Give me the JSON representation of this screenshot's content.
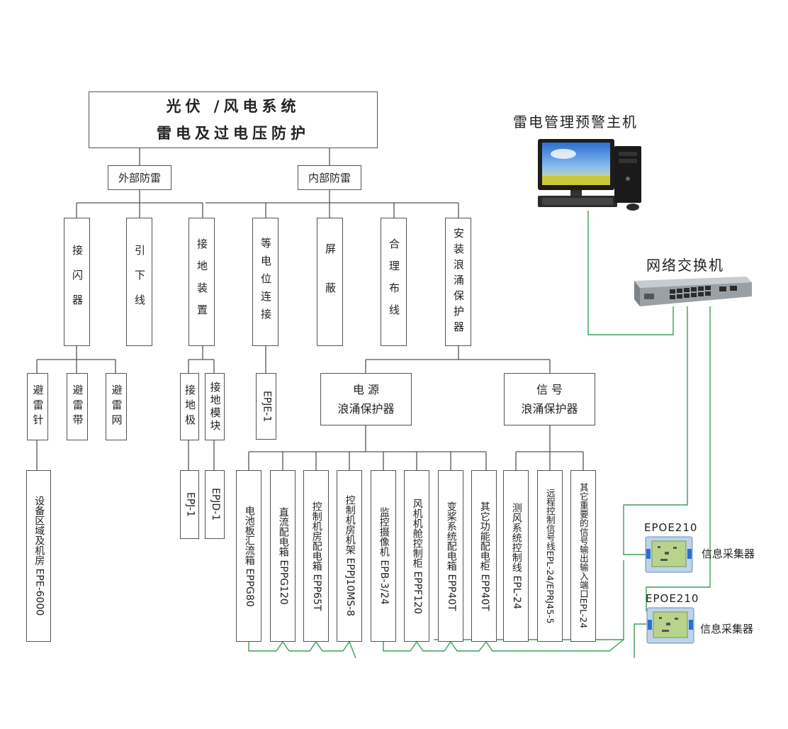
{
  "root": {
    "line1": "光伏 /风电系统",
    "line2": "雷电及过电压防护"
  },
  "branches": {
    "external": "外部防雷",
    "internal": "内部防雷"
  },
  "level2": {
    "air_terminal": "接闪器",
    "down_conductor": "引下线",
    "grounding_device": "接地装置",
    "equipotential": "等电位连接",
    "shielding": "屏蔽",
    "wiring": "合理布线",
    "spd_install": "安装浪涌保护器"
  },
  "air_terminal_items": [
    "避雷针",
    "避雷带",
    "避雷网"
  ],
  "air_product": "设备区域及机房 EPE-6000",
  "grounding_items": [
    "接地极",
    "接地模块"
  ],
  "grounding_products": [
    "EPJ-1",
    "EPJD-1"
  ],
  "equipotential_product": "EPJE-1",
  "spd_groups": {
    "power_line1": "电 源",
    "power_line2": "浪涌保护器",
    "signal_line1": "信 号",
    "signal_line2": "浪涌保护器"
  },
  "power_products": [
    "电池板汇流箱 EPPG80",
    "直流配电箱 EPPG120",
    "控制机房配电箱 EPP65T",
    "控制机房机架 EPPJ10MS-8",
    "监控摄像机 EPB-3/24",
    "风机机舱控制柜 EPPF120",
    "变桨系统配电箱 EPP40T",
    "其它功能配电柜 EPP40T"
  ],
  "signal_products": [
    "测风系统控制线 EPL-24",
    "远程控制信号线EPL-24/EPRJ45-5",
    "其它重要的信号输出输入端口EPL-24"
  ],
  "monitor_host": "雷电管理预警主机",
  "network_switch": "网络交换机",
  "collectors": [
    {
      "model": "EPOE210",
      "label": "信息采集器"
    },
    {
      "model": "EPOE210",
      "label": "信息采集器"
    }
  ],
  "colors": {
    "line": "#555555",
    "network": "#3aa05a",
    "box_border": "#555555"
  },
  "icons": [
    "desktop-computer-icon",
    "network-switch-icon",
    "collector-device-icon"
  ]
}
